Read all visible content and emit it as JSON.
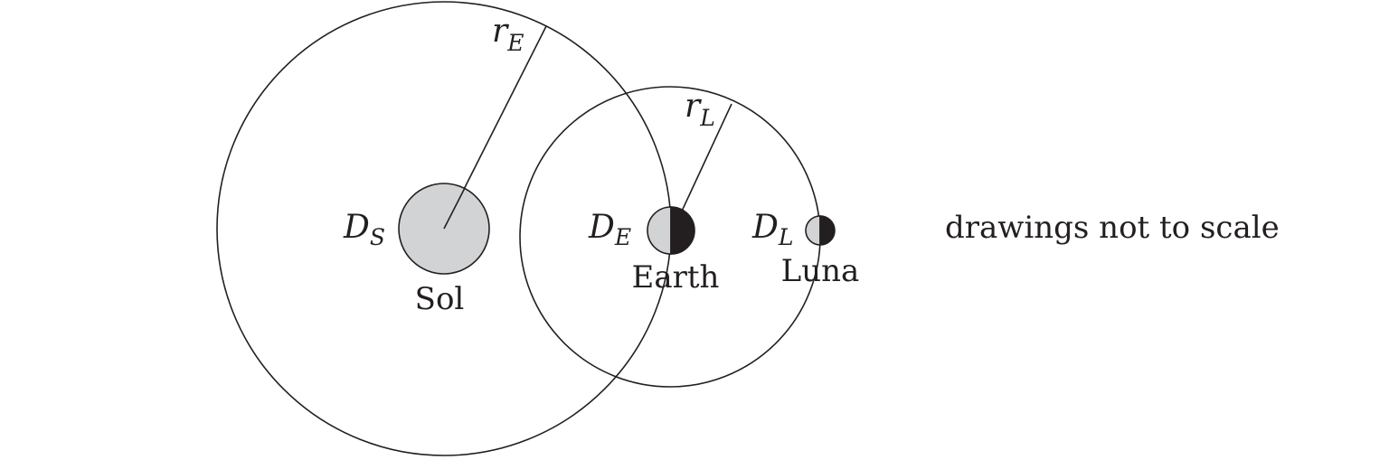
{
  "labels": {
    "r_E": {
      "main": "r",
      "sub": "E"
    },
    "r_L": {
      "main": "r",
      "sub": "L"
    },
    "D_S": {
      "main": "D",
      "sub": "S"
    },
    "D_E": {
      "main": "D",
      "sub": "E"
    },
    "D_L": {
      "main": "D",
      "sub": "L"
    },
    "sol": "Sol",
    "earth": "Earth",
    "luna": "Luna"
  },
  "note": "drawings not to scale",
  "colors": {
    "line": "#231f20",
    "lit_side": "#d1d3d4",
    "dark_side": "#231f20"
  }
}
